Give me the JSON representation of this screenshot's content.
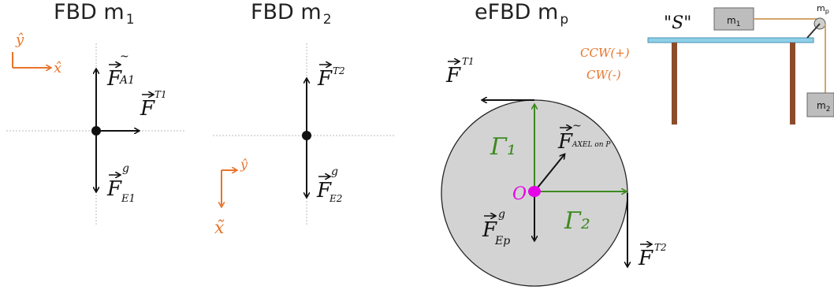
{
  "titles": {
    "fbd1": {
      "main": "FBD m",
      "sub": "1"
    },
    "fbd2": {
      "main": "FBD m",
      "sub": "2"
    },
    "efbd": {
      "main": "eFBD m",
      "sub": "p"
    }
  },
  "labels": {
    "fbd1": {
      "f_a1": "F",
      "f_a1_sup": "~",
      "f_a1_sub": "A1",
      "f_t1": "F",
      "f_t1_sup": "T1",
      "f_e1": "F",
      "f_e1_sup": "g",
      "f_e1_sub": "E1",
      "axis_y": "ŷ",
      "axis_x": "x̂"
    },
    "fbd2": {
      "f_t2": "F",
      "f_t2_sup": "T2",
      "f_e2": "F",
      "f_e2_sup": "g",
      "f_e2_sub": "E2",
      "axis_y": "ŷ",
      "axis_x": "x̃"
    },
    "efbd": {
      "f_t1": "F",
      "f_t1_sup": "T1",
      "ccw": "CCW(+)",
      "cw": "CW(-)",
      "f_axel": "F",
      "f_axel_sup": "~",
      "f_axel_sub": "AXEL on P",
      "origin": "O",
      "r1": "Γ₁",
      "r2": "Γ₂",
      "f_ep": "F",
      "f_ep_sup": "g",
      "f_ep_sub": "Ep",
      "f_t2": "F",
      "f_t2_sup": "T2"
    },
    "system": {
      "s_label": "\"S\"",
      "m1": "m",
      "m1_sub": "1",
      "m2": "m",
      "m2_sub": "2",
      "mp": "m",
      "mp_sub": "p"
    }
  },
  "colors": {
    "ink": "#111111",
    "orange": "#e8742a",
    "green": "#3c8a1e",
    "magenta": "#e600e6",
    "disk": "#d3d3d3",
    "table_top": "#8fd0e8",
    "table_leg": "#8b4c2a",
    "block": "#bdbdbd"
  }
}
